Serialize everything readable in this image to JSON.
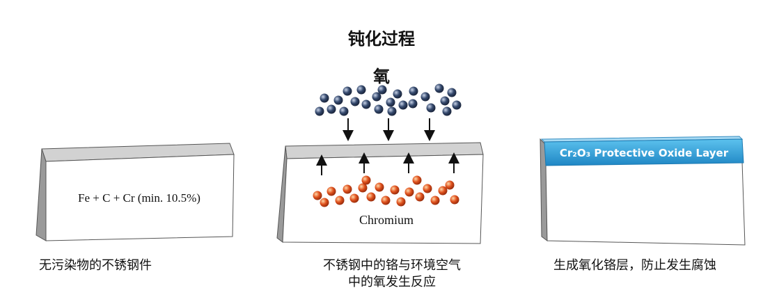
{
  "title": "钝化过程",
  "oxygen_label": "氧",
  "panels": {
    "left": {
      "formula": "Fe + C + Cr (min. 10.5%)",
      "caption": "无污染物的不锈钢件"
    },
    "middle": {
      "chromium_label": "Chromium",
      "caption_line1": "不锈钢中的铬与环境空气",
      "caption_line2": "中的氧发生反应"
    },
    "right": {
      "oxide_layer_label": "Cr₂O₃ Protective Oxide Layer",
      "caption": "生成氧化铬层，防止发生腐蚀"
    }
  },
  "colors": {
    "oxygen_molecule": "#34486c",
    "chromium_molecule": "#e0521e",
    "oxide_layer": "#2ea6e0",
    "slab_face": "#ffffff",
    "slab_top": "#d2d2d2",
    "slab_side": "#9a9a9a"
  }
}
